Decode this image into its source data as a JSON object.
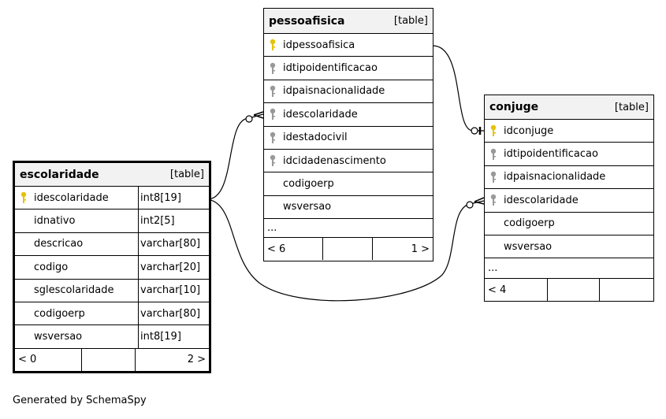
{
  "escolaridade": {
    "name": "escolaridade",
    "kind": "[table]",
    "columns": [
      {
        "name": "idescolaridade",
        "type": "int8[19]",
        "key": "primary"
      },
      {
        "name": "idnativo",
        "type": "int2[5]",
        "key": ""
      },
      {
        "name": "descricao",
        "type": "varchar[80]",
        "key": ""
      },
      {
        "name": "codigo",
        "type": "varchar[20]",
        "key": ""
      },
      {
        "name": "sglescolaridade",
        "type": "varchar[10]",
        "key": ""
      },
      {
        "name": "codigoerp",
        "type": "varchar[80]",
        "key": ""
      },
      {
        "name": "wsversao",
        "type": "int8[19]",
        "key": ""
      }
    ],
    "footer_left": "< 0",
    "footer_right": "2 >"
  },
  "pessoafisica": {
    "name": "pessoafisica",
    "kind": "[table]",
    "columns": [
      {
        "name": "idpessoafisica",
        "key": "primary"
      },
      {
        "name": "idtipoidentificacao",
        "key": "foreign"
      },
      {
        "name": "idpaisnacionalidade",
        "key": "foreign"
      },
      {
        "name": "idescolaridade",
        "key": "foreign"
      },
      {
        "name": "idestadocivil",
        "key": "foreign"
      },
      {
        "name": "idcidadenascimento",
        "key": "foreign"
      },
      {
        "name": "codigoerp",
        "key": ""
      },
      {
        "name": "wsversao",
        "key": ""
      }
    ],
    "ellipsis": "...",
    "footer_left": "< 6",
    "footer_right": "1 >"
  },
  "conjuge": {
    "name": "conjuge",
    "kind": "[table]",
    "columns": [
      {
        "name": "idconjuge",
        "key": "primary"
      },
      {
        "name": "idtipoidentificacao",
        "key": "foreign"
      },
      {
        "name": "idpaisnacionalidade",
        "key": "foreign"
      },
      {
        "name": "idescolaridade",
        "key": "foreign"
      },
      {
        "name": "codigoerp",
        "key": ""
      },
      {
        "name": "wsversao",
        "key": ""
      }
    ],
    "ellipsis": "...",
    "footer_left": "< 4",
    "footer_right": ""
  },
  "credit": "Generated by SchemaSpy",
  "colors": {
    "primary_key": "#e6c200",
    "foreign_key": "#999999",
    "header_bg": "#f2f2f2"
  }
}
